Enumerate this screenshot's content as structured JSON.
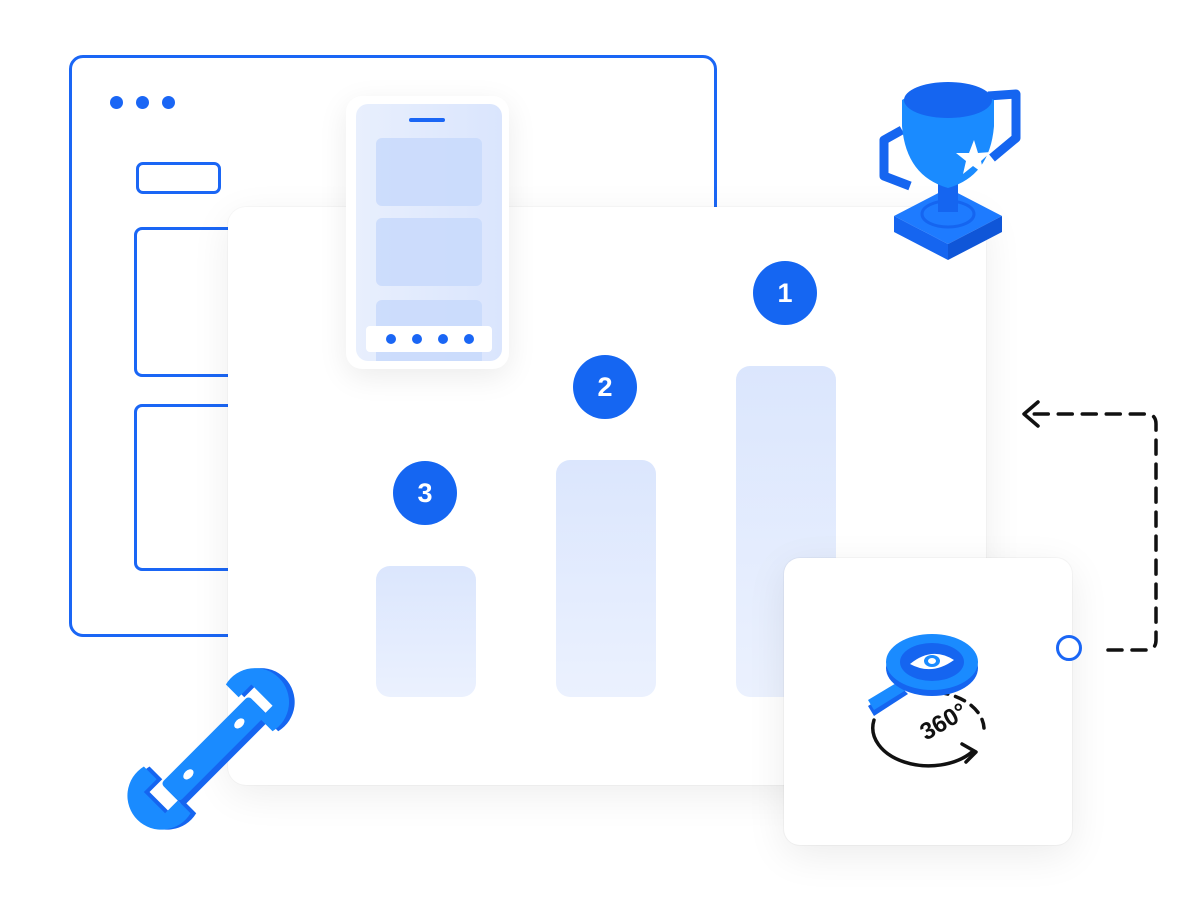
{
  "colors": {
    "primary": "#1a66f5",
    "badge": "#1566f2",
    "bar_top": "#dbe6fd",
    "bar_bottom": "#ebf1fe",
    "icon_light": "#1e90ff",
    "dash": "#111111"
  },
  "browser_window": {
    "dots": 3,
    "content_blocks": [
      "button-pill",
      "content-box-1",
      "content-box-2"
    ]
  },
  "podium": {
    "ranks": [
      {
        "label": "3",
        "position": "left"
      },
      {
        "label": "2",
        "position": "middle"
      },
      {
        "label": "1",
        "position": "right"
      }
    ]
  },
  "phone": {
    "content_blocks": 3,
    "nav_dots": 4
  },
  "icons": {
    "trophy": "trophy-icon",
    "wrench": "wrench-icon",
    "view360": "360-view-icon",
    "arrow": "dashed-arrow-left"
  },
  "view360": {
    "label": "360°"
  }
}
